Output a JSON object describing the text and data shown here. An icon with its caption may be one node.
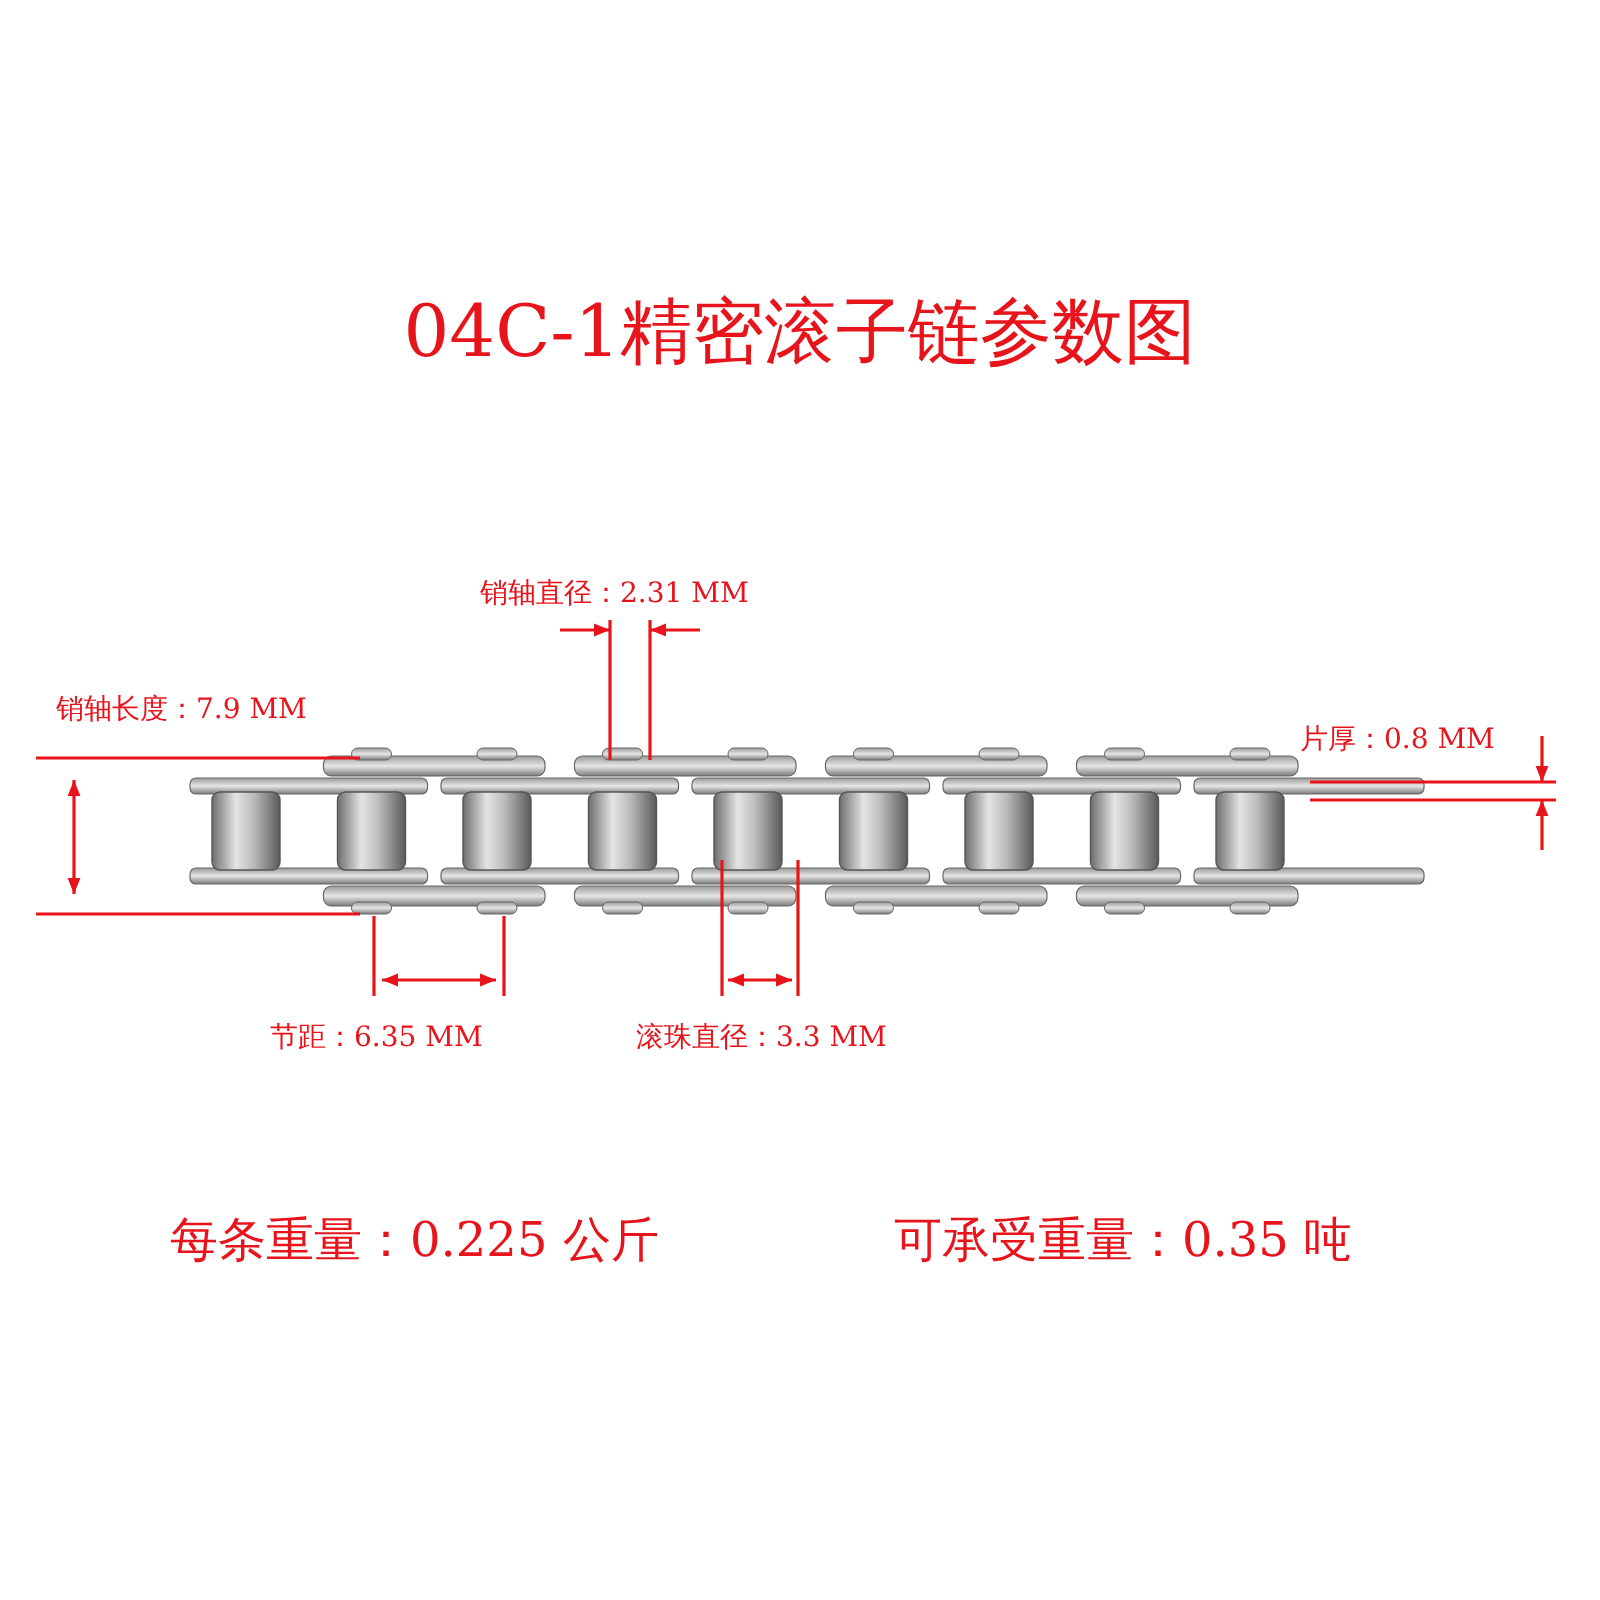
{
  "diagram": {
    "title": "04C-1精密滚子链参数图",
    "labels": [
      "销轴直径：2.31 MM",
      "销轴长度：7.9 MM",
      "片厚：0.8 MM",
      "节距：6.35 MM",
      "滚珠直径：3.3 MM",
      "每条重量：0.225 公斤",
      "可承受重量：0.35 吨"
    ]
  }
}
